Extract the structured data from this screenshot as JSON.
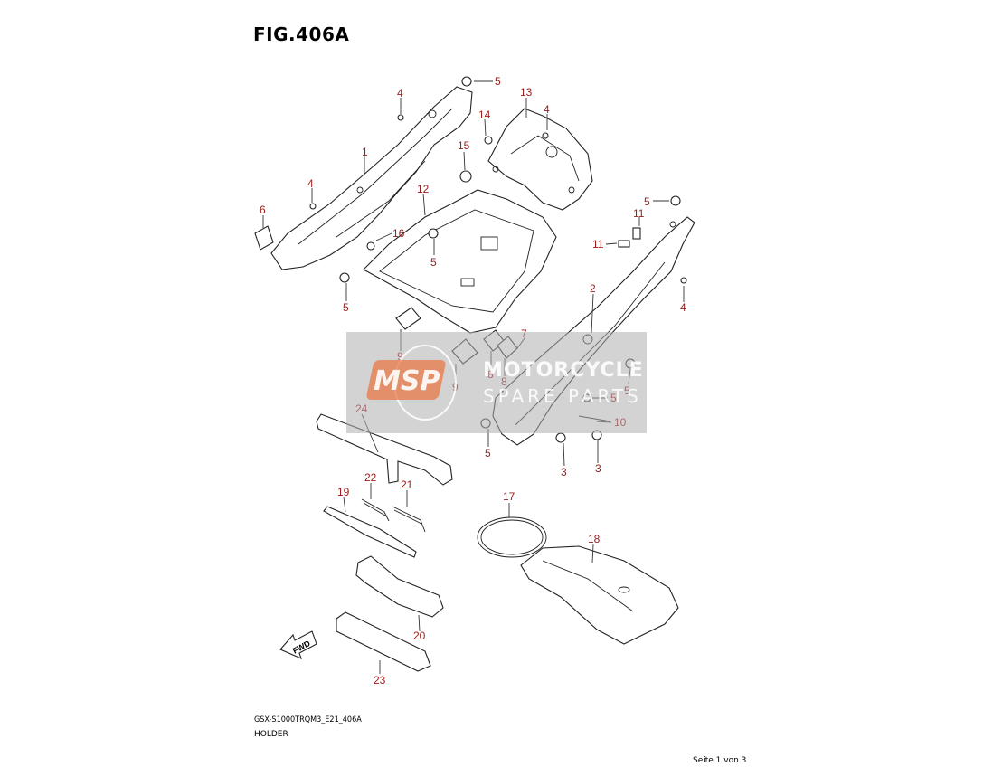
{
  "header": {
    "figure_title": "FIG.406A"
  },
  "footer": {
    "model_code": "GSX-S1000TRQM3_E21_406A",
    "section_name": "HOLDER",
    "page_indicator": "Seite 1 von 3"
  },
  "watermark": {
    "logo": "MSP",
    "line1": "MOTORCYCLE",
    "line2": "SPARE PARTS"
  },
  "fwd_label": "FWD",
  "callouts": [
    "1",
    "2",
    "3",
    "3",
    "4",
    "4",
    "4",
    "4",
    "5",
    "5",
    "5",
    "5",
    "5",
    "5",
    "5",
    "6",
    "7",
    "8",
    "8",
    "9",
    "9",
    "10",
    "11",
    "11",
    "12",
    "13",
    "14",
    "15",
    "16",
    "17",
    "18",
    "19",
    "20",
    "21",
    "22",
    "23",
    "24"
  ],
  "colors": {
    "callout_text": "#9b1c1c",
    "line": "#222222",
    "watermark_band": "#afafaf",
    "watermark_logo": "#e87846"
  }
}
